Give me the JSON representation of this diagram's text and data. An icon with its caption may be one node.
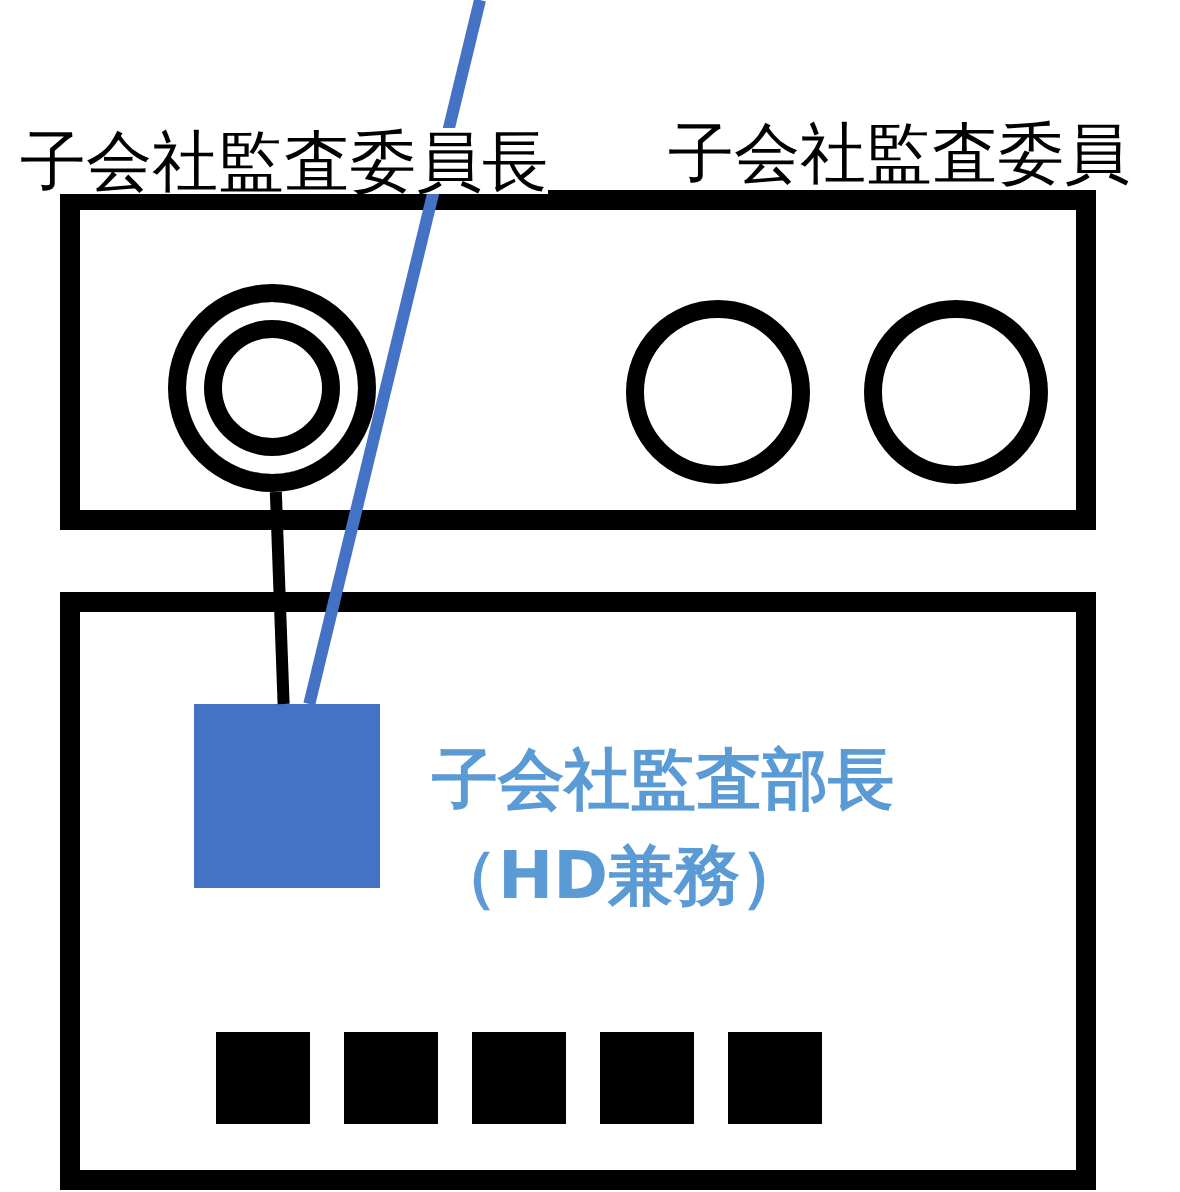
{
  "diagram": {
    "nodes": [
      {
        "text": [],
        "shape": "box"
      },
      {
        "text": [],
        "shape": "circle",
        "in": 0
      },
      {
        "text": [],
        "shape": "circle",
        "in": 0
      },
      {
        "text": [],
        "shape": "circle",
        "in": 0
      },
      {
        "text": [],
        "shape": "box"
      },
      {
        "text": [],
        "shape": "box",
        "in": 4,
        "beside": [
          "子会社監査部長（HD兼務）"
        ]
      },
      {
        "text": [],
        "shape": "box",
        "in": 4
      },
      {
        "text": [],
        "shape": "box",
        "in": 4
      },
      {
        "text": [],
        "shape": "box",
        "in": 4
      },
      {
        "text": [],
        "shape": "box",
        "in": 4
      },
      {
        "text": [],
        "shape": "box",
        "in": 4
      }
    ],
    "edges": [
      {
        "from": 1,
        "to": 5,
        "arrow": "none"
      },
      {
        "from": null,
        "to": 5,
        "arrow": "none",
        "color": "#4472c4"
      }
    ],
    "labels": [
      "子会社監査委員長",
      "子会社監査委員"
    ]
  }
}
